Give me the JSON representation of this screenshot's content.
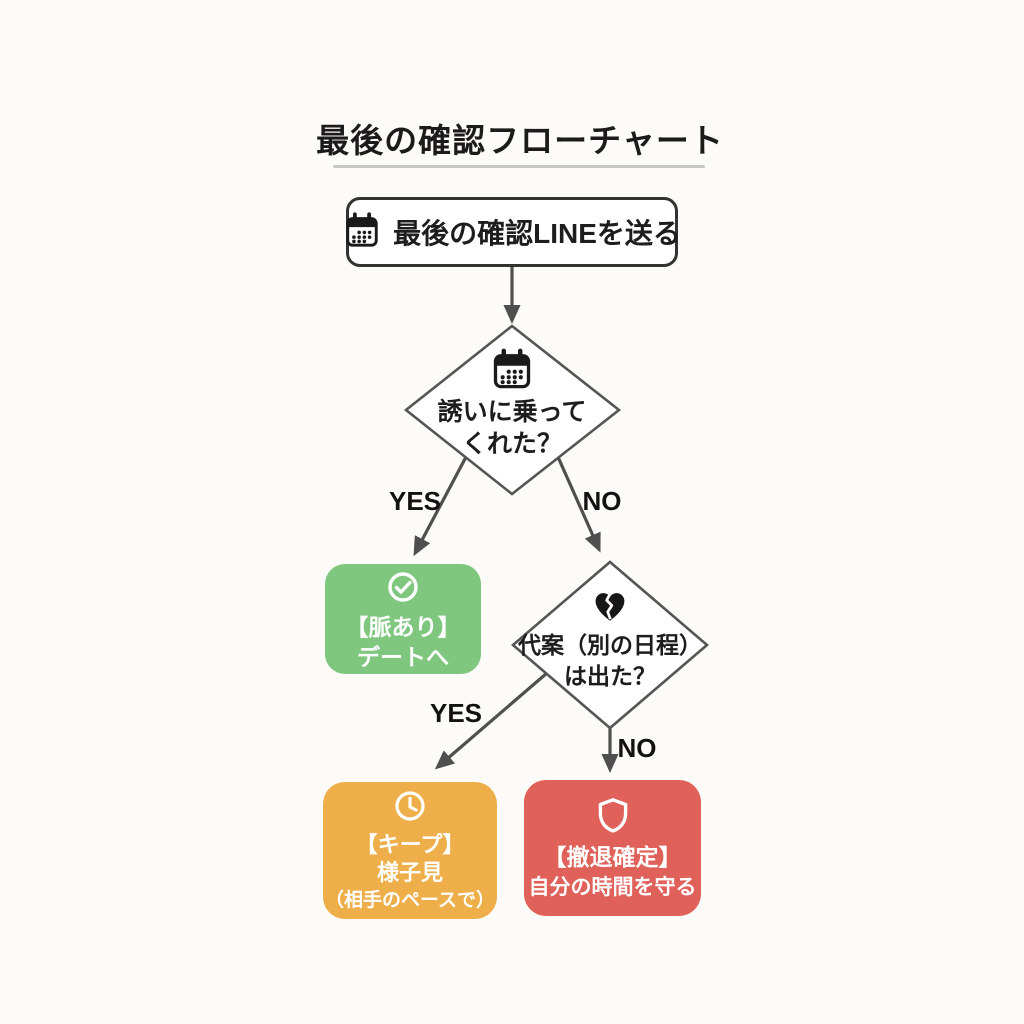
{
  "page": {
    "title": "最後の確認フローチャート"
  },
  "labels": {
    "yes": "YES",
    "no": "NO"
  },
  "nodes": {
    "start": {
      "text": "最後の確認LINEを送る",
      "icon": "calendar-icon"
    },
    "decision1": {
      "line1": "誘いに乗って",
      "line2": "くれた？",
      "icon": "calendar-icon"
    },
    "success": {
      "line1": "【脈あり】",
      "line2": "デートへ",
      "icon": "check-circle-icon"
    },
    "decision2": {
      "line1": "代案（別の日程）",
      "line2": "は出た？",
      "icon": "broken-heart-icon"
    },
    "keep": {
      "line1": "【キープ】",
      "line2": "様子見",
      "line3": "（相手のペースで）",
      "icon": "clock-icon"
    },
    "retreat": {
      "line1": "【撤退確定】",
      "line2": "自分の時間を守る",
      "icon": "shield-icon"
    }
  },
  "colors": {
    "background": "#fcfbf8",
    "connector": "#4f4f4f",
    "node_border": "#323232",
    "success_green": "#7fc77f",
    "keep_orange": "#eeae4a",
    "retreat_red": "#e0605a"
  }
}
